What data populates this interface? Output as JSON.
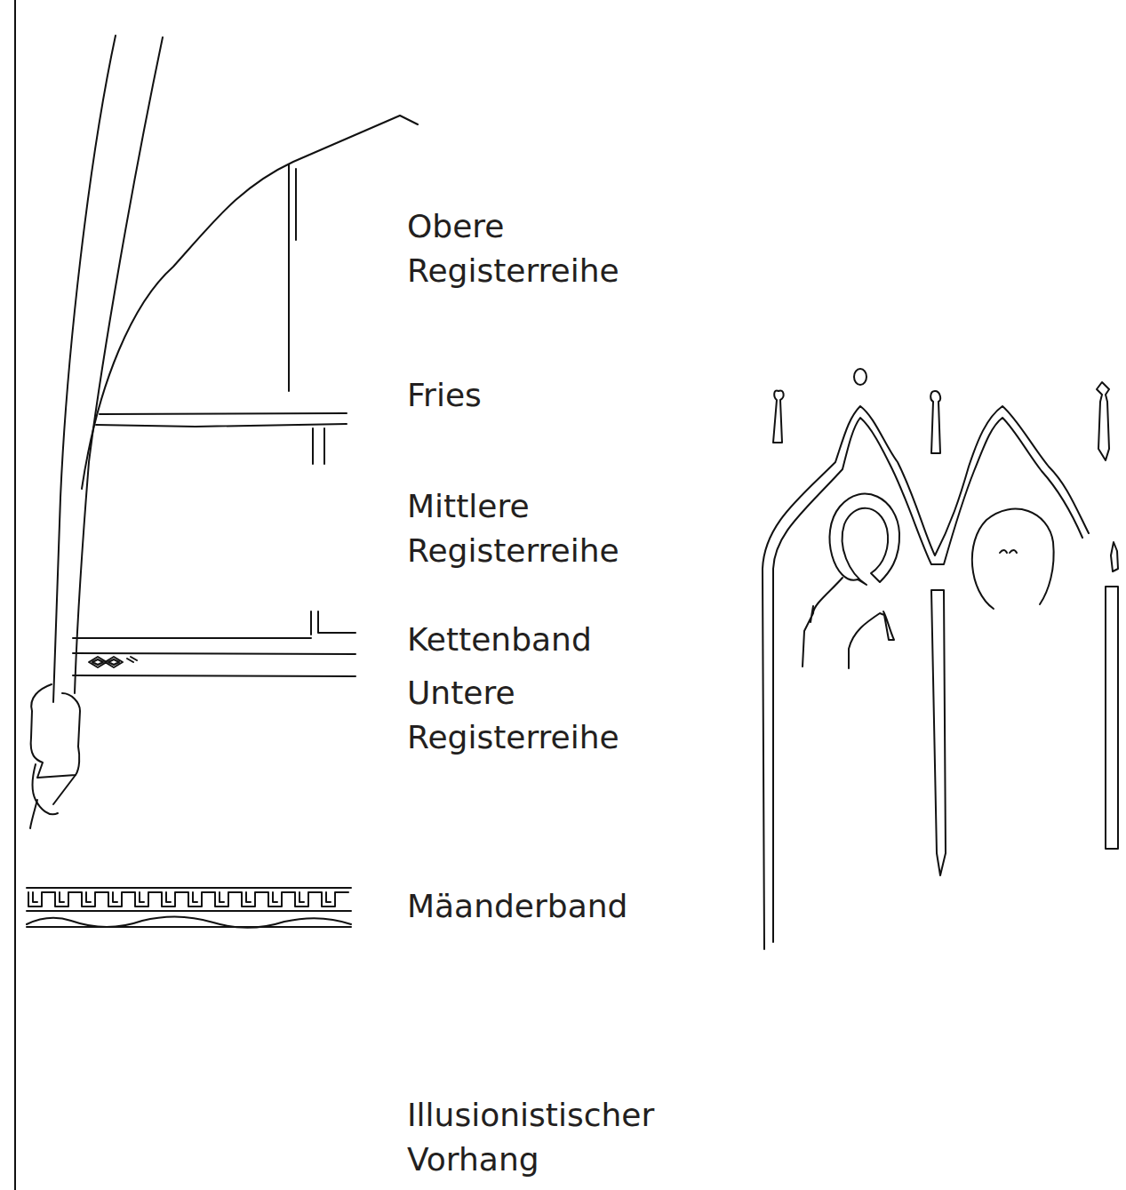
{
  "diagram": {
    "labels": [
      "Obere Registerreihe",
      "Fries",
      "Mittlere Registerreihe",
      "Kettenband",
      "Untere Registerreihe",
      "Mäanderband",
      "Illusionistischer Vorhang"
    ]
  }
}
